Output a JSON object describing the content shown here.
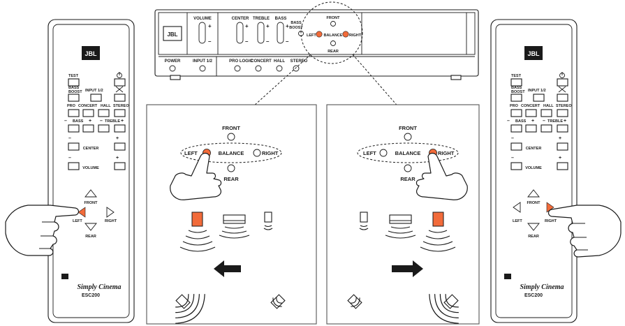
{
  "colors": {
    "accent": "#f26b3a",
    "ink": "#1a1a1a",
    "panel_border": "#555555"
  },
  "brand": {
    "logo": "JBL",
    "product_line": "Simply Cinema",
    "model": "ESC200"
  },
  "receiver": {
    "logo": "JBL",
    "volume": "VOLUME",
    "center": "CENTER",
    "treble": "TREBLE",
    "bass": "BASS",
    "bass_boost_1": "BASS",
    "bass_boost_2": "BOOST",
    "front": "FRONT",
    "left": "LEFT",
    "balance": "BALANCE",
    "right": "RIGHT",
    "rear": "REAR",
    "power": "POWER",
    "input": "INPUT 1/2",
    "pro_logic": "PRO LOGIC",
    "concert": "CONCERT",
    "hall": "HALL",
    "stereo": "STEREO",
    "plus": "+",
    "minus": "–"
  },
  "remote": {
    "logo": "JBL",
    "test": "TEST",
    "bass_boost_1": "BASS",
    "bass_boost_2": "BOOST",
    "input": "INPUT 1/2",
    "pro": "PRO",
    "concert": "CONCERT",
    "hall": "HALL",
    "stereo": "STEREO",
    "bass": "BASS",
    "treble": "TREBLE",
    "center": "CENTER",
    "volume": "VOLUME",
    "front": "FRONT",
    "left": "LEFT",
    "right": "RIGHT",
    "rear": "REAR",
    "plus": "+",
    "minus": "–",
    "product_line": "Simply Cinema",
    "model": "ESC200"
  },
  "panels": {
    "front": "FRONT",
    "left": "LEFT",
    "balance": "BALANCE",
    "right": "RIGHT",
    "rear": "REAR"
  },
  "state": {
    "left_panel_active": "left",
    "right_panel_active": "right",
    "left_panel_arrow": "left",
    "right_panel_arrow": "right"
  }
}
